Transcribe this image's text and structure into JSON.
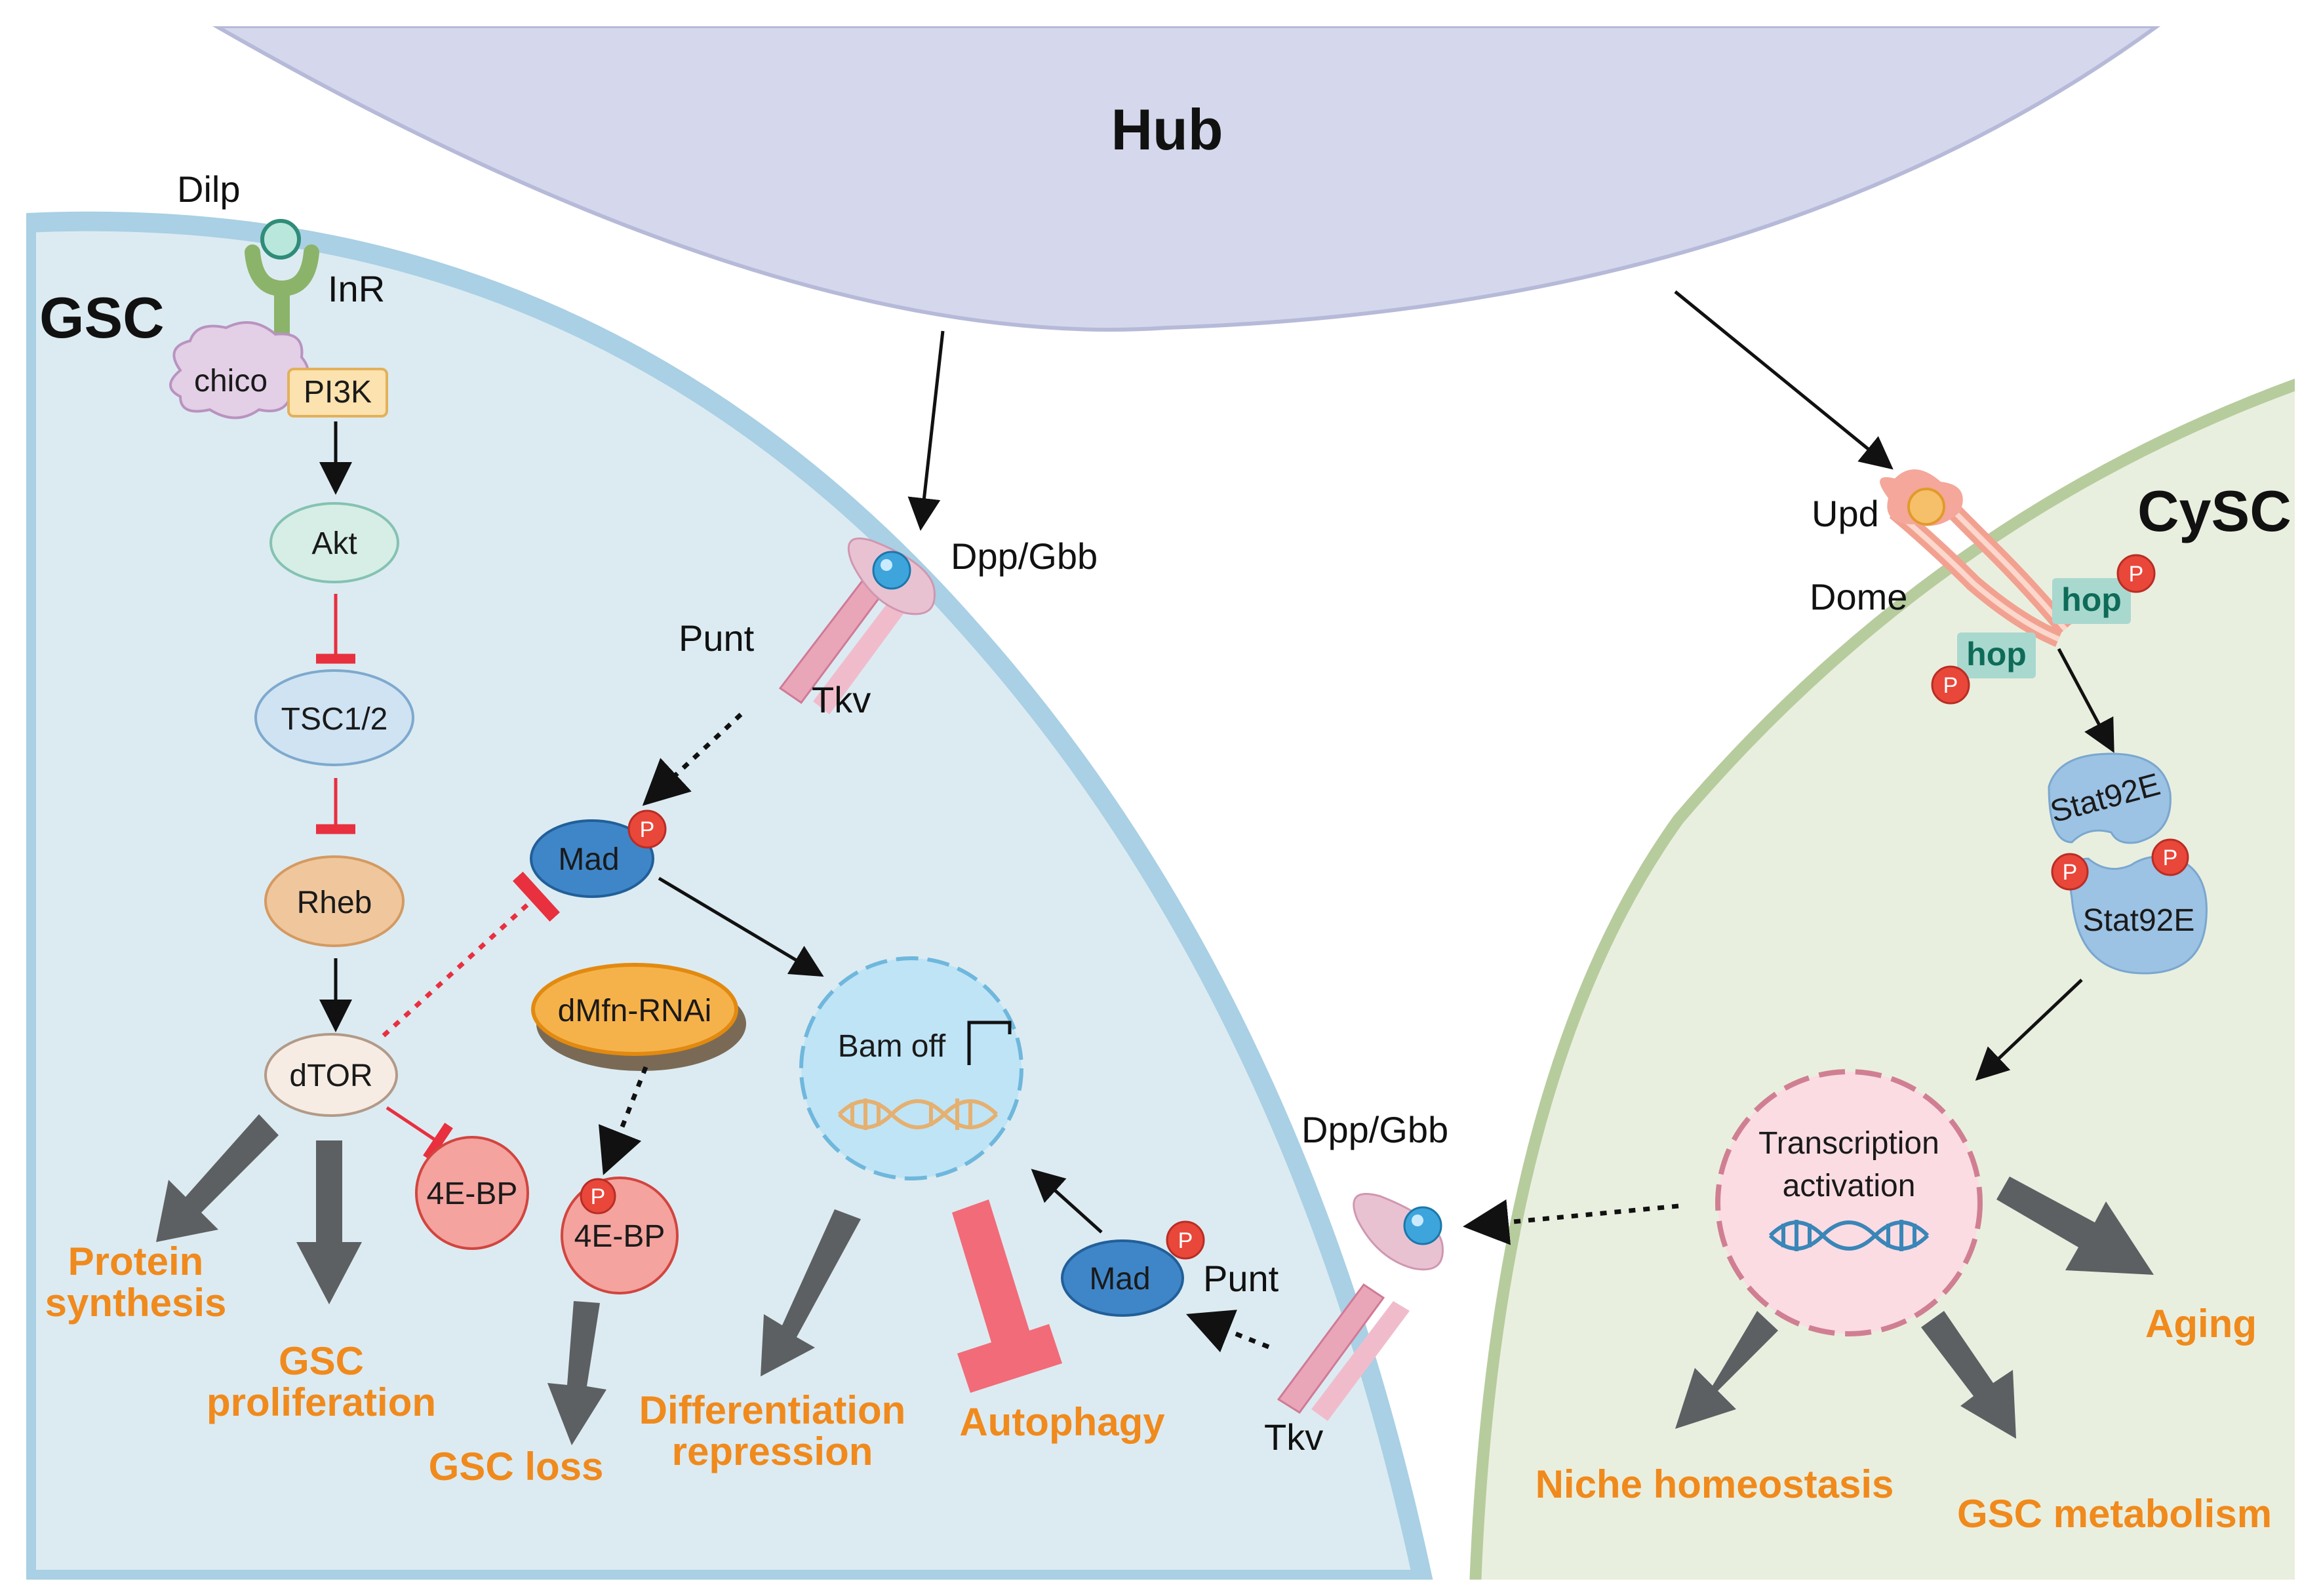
{
  "colors": {
    "hub_fill": "#d5d8ec",
    "hub_edge": "#b6bad8",
    "gsc_fill": "#dcebf2",
    "gsc_edge": "#a9d0e4",
    "cysc_fill": "#e9efdf",
    "cysc_edge": "#b7cc9d",
    "outcome_text": "#f08a1c",
    "inhibition": "#e8303f",
    "arrow": "#111111",
    "big_arrow": "#5d6062"
  },
  "regions": {
    "hub": "Hub",
    "gsc": "GSC",
    "cysc": "CySC"
  },
  "labels": {
    "dilp": "Dilp",
    "inr": "InR",
    "chico": "chico",
    "pi3k": "PI3K",
    "akt": "Akt",
    "tsc": "TSC1/2",
    "rheb": "Rheb",
    "dtor": "dTOR",
    "four_ebp_left": "4E-BP",
    "four_ebp_right": "4E-BP",
    "dmfn": "dMfn-RNAi",
    "mad_top": "Mad",
    "mad_bottom": "Mad",
    "dpp_top": "Dpp/Gbb",
    "dpp_bottom": "Dpp/Gbb",
    "punt_top": "Punt",
    "punt_bottom": "Punt",
    "tkv_top": "Tkv",
    "tkv_bottom": "Tkv",
    "bam_off": "Bam off",
    "upd": "Upd",
    "dome": "Dome",
    "hop_1": "hop",
    "hop_2": "hop",
    "stat_1": "Stat92E",
    "stat_2": "Stat92E",
    "transcription_1": "Transcription",
    "transcription_2": "activation",
    "p": "P"
  },
  "outcomes": {
    "protein_1": "Protein",
    "protein_2": "synthesis",
    "prolif_1": "GSC",
    "prolif_2": "proliferation",
    "gsc_loss": "GSC loss",
    "diff_1": "Differentiation",
    "diff_2": "repression",
    "autophagy": "Autophagy",
    "niche": "Niche homeostasis",
    "metabolism": "GSC metabolism",
    "aging": "Aging"
  }
}
